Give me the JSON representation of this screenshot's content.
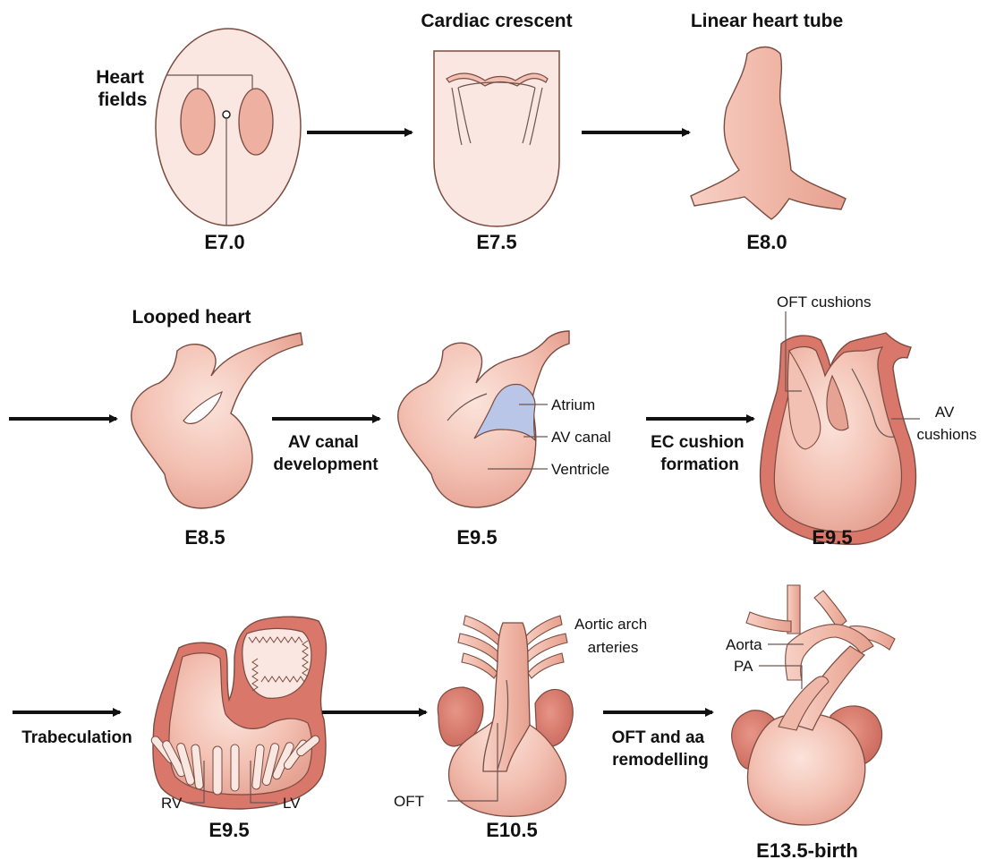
{
  "colors": {
    "tissue_light": "#f8d6cc",
    "tissue_mid": "#eeaa9a",
    "tissue_dark": "#d9776a",
    "outline": "#7a4b40",
    "av_canal": "#b9c6e8",
    "arrow": "#111111"
  },
  "row1": {
    "panel1": {
      "callout": [
        "Heart",
        "fields"
      ],
      "stage": "E7.0"
    },
    "panel2": {
      "title": "Cardiac crescent",
      "stage": "E7.5"
    },
    "panel3": {
      "title": "Linear heart tube",
      "stage": "E8.0"
    }
  },
  "row2": {
    "panel1": {
      "title": "Looped heart",
      "stage": "E8.5"
    },
    "step1": [
      "AV canal",
      "development"
    ],
    "panel2": {
      "atrium": "Atrium",
      "av_canal": "AV canal",
      "ventricle": "Ventricle",
      "stage": "E9.5"
    },
    "step2": [
      "EC cushion",
      "formation"
    ],
    "panel3": {
      "oft_cushions": "OFT cushions",
      "av_cushions": [
        "AV",
        "cushions"
      ],
      "stage": "E9.5"
    }
  },
  "row3": {
    "step1": "Trabeculation",
    "panel1": {
      "rv": "RV",
      "lv": "LV",
      "stage": "E9.5"
    },
    "panel2": {
      "aortic_arch": [
        "Aortic arch",
        "arteries"
      ],
      "oft": "OFT",
      "stage": "E10.5"
    },
    "step2": [
      "OFT and aa",
      "remodelling"
    ],
    "panel3": {
      "aorta": "Aorta",
      "pa": "PA",
      "stage": "E13.5-birth"
    }
  }
}
